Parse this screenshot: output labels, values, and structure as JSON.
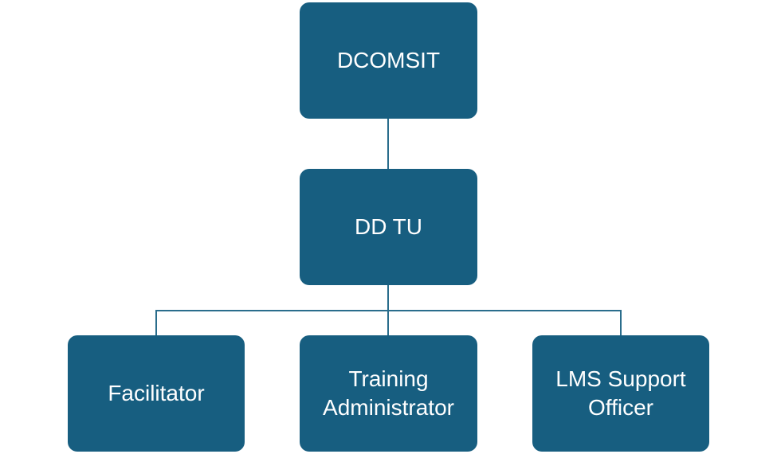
{
  "diagram": {
    "nodes": {
      "top": {
        "label": "DCOMSIT"
      },
      "middle": {
        "label": "DD TU"
      },
      "left": {
        "label": "Facilitator"
      },
      "center": {
        "label": "Training\nAdministrator"
      },
      "right": {
        "label": "LMS Support\nOfficer"
      }
    },
    "edges": [
      {
        "from": "DCOMSIT",
        "to": "DD TU"
      },
      {
        "from": "DD TU",
        "to": "Facilitator"
      },
      {
        "from": "DD TU",
        "to": "Training Administrator"
      },
      {
        "from": "DD TU",
        "to": "LMS Support Officer"
      }
    ],
    "colors": {
      "box_fill": "#175e80",
      "box_text": "#ffffff",
      "connector": "#2a6d8c",
      "background": "#ffffff"
    }
  }
}
